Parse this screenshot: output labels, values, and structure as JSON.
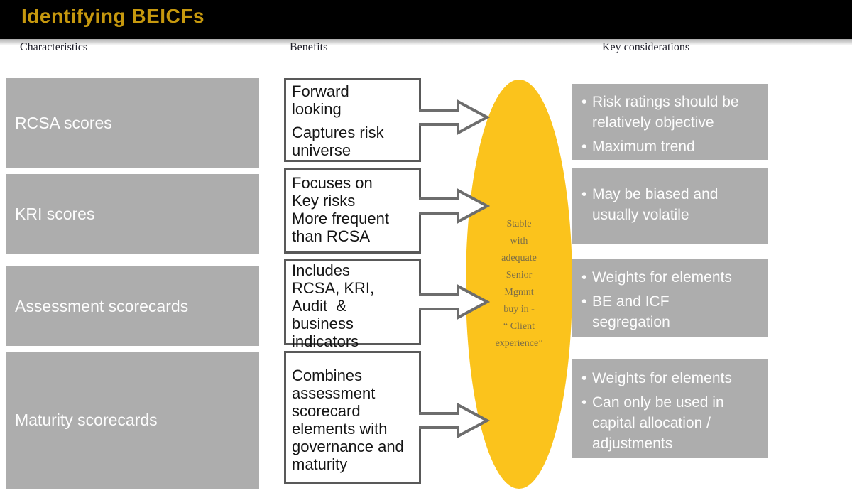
{
  "header": {
    "title": "Identifying BEICFs"
  },
  "columns": {
    "characteristics": "Characteristics",
    "benefits": "Benefits",
    "key_considerations": "Key considerations"
  },
  "ellipse": {
    "text": "Stable\nwith\nadequate\nSenior\nMgmnt\nbuy in -\n“ Client\nexperience”"
  },
  "icons": {
    "arrow": "right-arrow"
  },
  "colors": {
    "title_gold": "#c6980e",
    "bar_black": "#000000",
    "box_gray": "#adadad",
    "ellipse_yellow": "#fbc31c",
    "benefit_border": "#595959",
    "arrow_stroke": "#6d6d6d",
    "ellipse_text": "#7d6e46"
  },
  "rows": [
    {
      "characteristic": "RCSA scores",
      "benefit_paragraphs": [
        "Forward\nlooking",
        "Captures risk\nuniverse"
      ],
      "considerations": [
        "Risk ratings should be\nrelatively objective",
        "Maximum trend"
      ]
    },
    {
      "characteristic": "KRI scores",
      "benefit_paragraphs": [
        "Focuses on\nKey risks\nMore frequent\nthan RCSA"
      ],
      "considerations": [
        "May be biased and\nusually volatile"
      ]
    },
    {
      "characteristic": "Assessment scorecards",
      "benefit_paragraphs": [
        "Includes\nRCSA, KRI,\nAudit  &\nbusiness\nindicators"
      ],
      "considerations": [
        "Weights for elements",
        "BE and ICF\nsegregation"
      ]
    },
    {
      "characteristic": "Maturity scorecards",
      "benefit_paragraphs": [
        "Combines\nassessment\nscorecard\nelements with\ngovernance and\nmaturity"
      ],
      "considerations": [
        "Weights for elements",
        "Can only be used in\ncapital allocation /\nadjustments"
      ]
    }
  ]
}
